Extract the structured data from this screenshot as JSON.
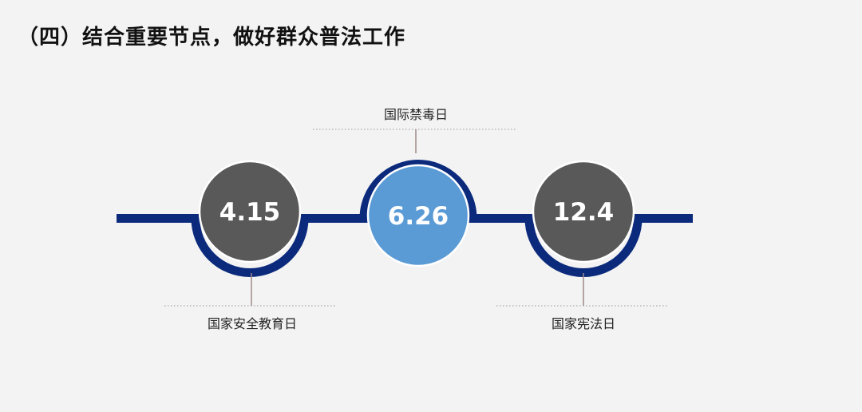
{
  "title": "（四）结合重要节点，做好群众普法工作",
  "colors": {
    "track": "#0b2a7c",
    "node_dark": "#595959",
    "node_highlight": "#5b9bd5",
    "ring": "#ffffff",
    "connector": "#9e8a8a",
    "dotted": "#999999"
  },
  "nodes": [
    {
      "value": "4.15",
      "label": "国家安全教育日"
    },
    {
      "value": "6.26",
      "label": "国际禁毒日"
    },
    {
      "value": "12.4",
      "label": "国家宪法日"
    }
  ]
}
